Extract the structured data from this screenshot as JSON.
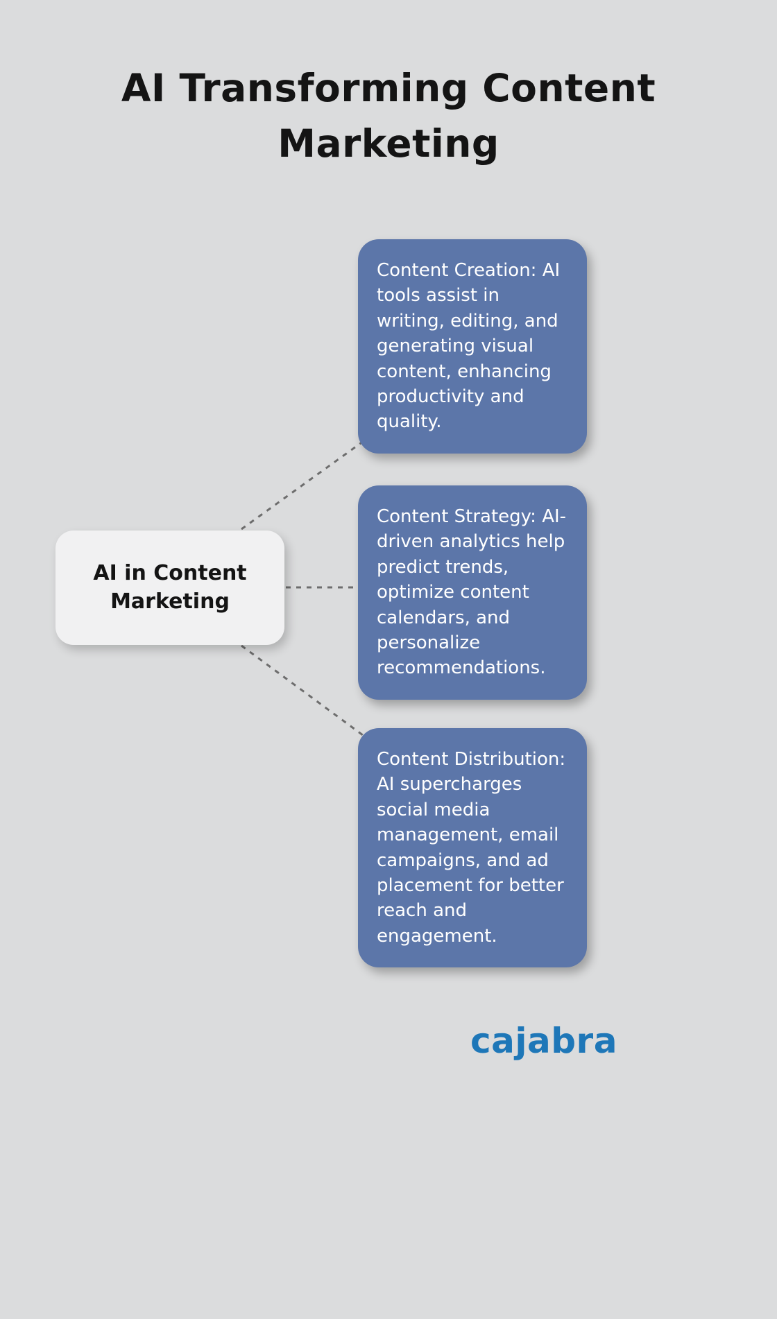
{
  "title": "AI Transforming Content Marketing",
  "center_node": {
    "label": "AI in Content Marketing"
  },
  "branches": [
    {
      "text": "Content Creation: AI tools assist in writing, editing, and generating visual content, enhancing productivity and quality."
    },
    {
      "text": "Content Strategy: AI-driven analytics help predict trends, optimize content calendars, and personalize recommendations."
    },
    {
      "text": "Content Distribution: AI supercharges social media management, email campaigns, and ad placement for better reach and engagement."
    }
  ],
  "logo": {
    "text": "cajabra"
  },
  "colors": {
    "background": "#dbdcdd",
    "branch_box": "#5c76a9",
    "center_box": "#f1f1f2",
    "title_text": "#141414",
    "branch_text": "#ffffff",
    "connector": "#6d6d6d",
    "logo_blue": "#1e77b8"
  }
}
